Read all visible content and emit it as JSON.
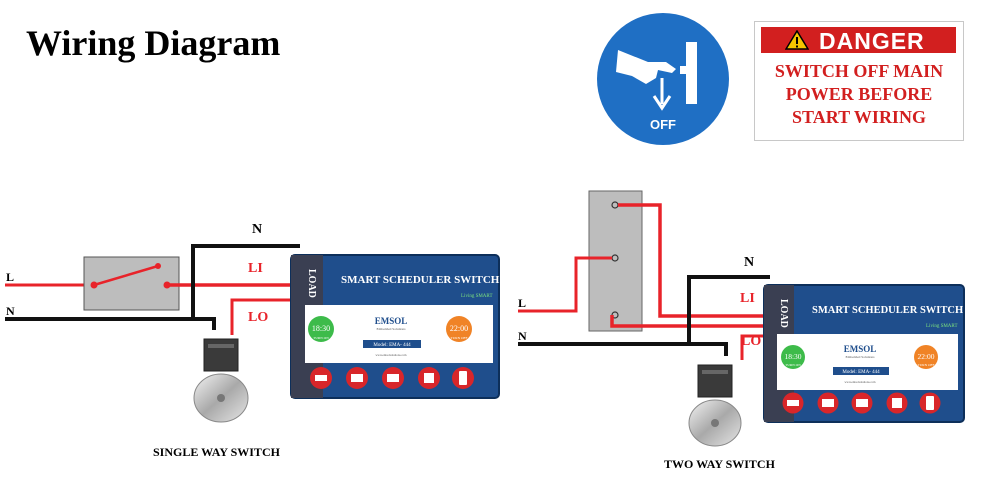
{
  "title": "Wiring Diagram",
  "off_sign": {
    "label": "OFF",
    "color": "#1f6fc4",
    "icon": "hand-pressing-switch-icon"
  },
  "danger_sign": {
    "header": "DANGER",
    "line1": "SWITCH OFF MAIN",
    "line2": "POWER BEFORE",
    "line3": "START WIRING",
    "color": "#d21f1f"
  },
  "colors": {
    "live": "#e8232a",
    "neutral": "#111111",
    "switch_box": "#bdbdbd",
    "device_blue": "#1f4e8c"
  },
  "left_diagram": {
    "caption": "SINGLE WAY SWITCH",
    "labels": {
      "l": "L",
      "n_in": "N",
      "n_out": "N",
      "li": "LI",
      "lo": "LO"
    }
  },
  "right_diagram": {
    "caption": "TWO WAY SWITCH",
    "labels": {
      "l": "L",
      "n_in": "N",
      "n_out": "N",
      "li": "LI",
      "lo": "LO"
    }
  },
  "device": {
    "side_label": "LOAD",
    "title": "SMART SCHEDULER SWITCH",
    "tag": "Living SMART",
    "brand": "EMSOL",
    "brand_sub": "Embedded Solutions",
    "model": "Model: EMA- 444",
    "time_on": "18:30",
    "time_on_sub": "TURN ON",
    "time_off": "22:00",
    "time_off_sub": "TURN OFF",
    "url": "www.emsolsolutions.com"
  }
}
